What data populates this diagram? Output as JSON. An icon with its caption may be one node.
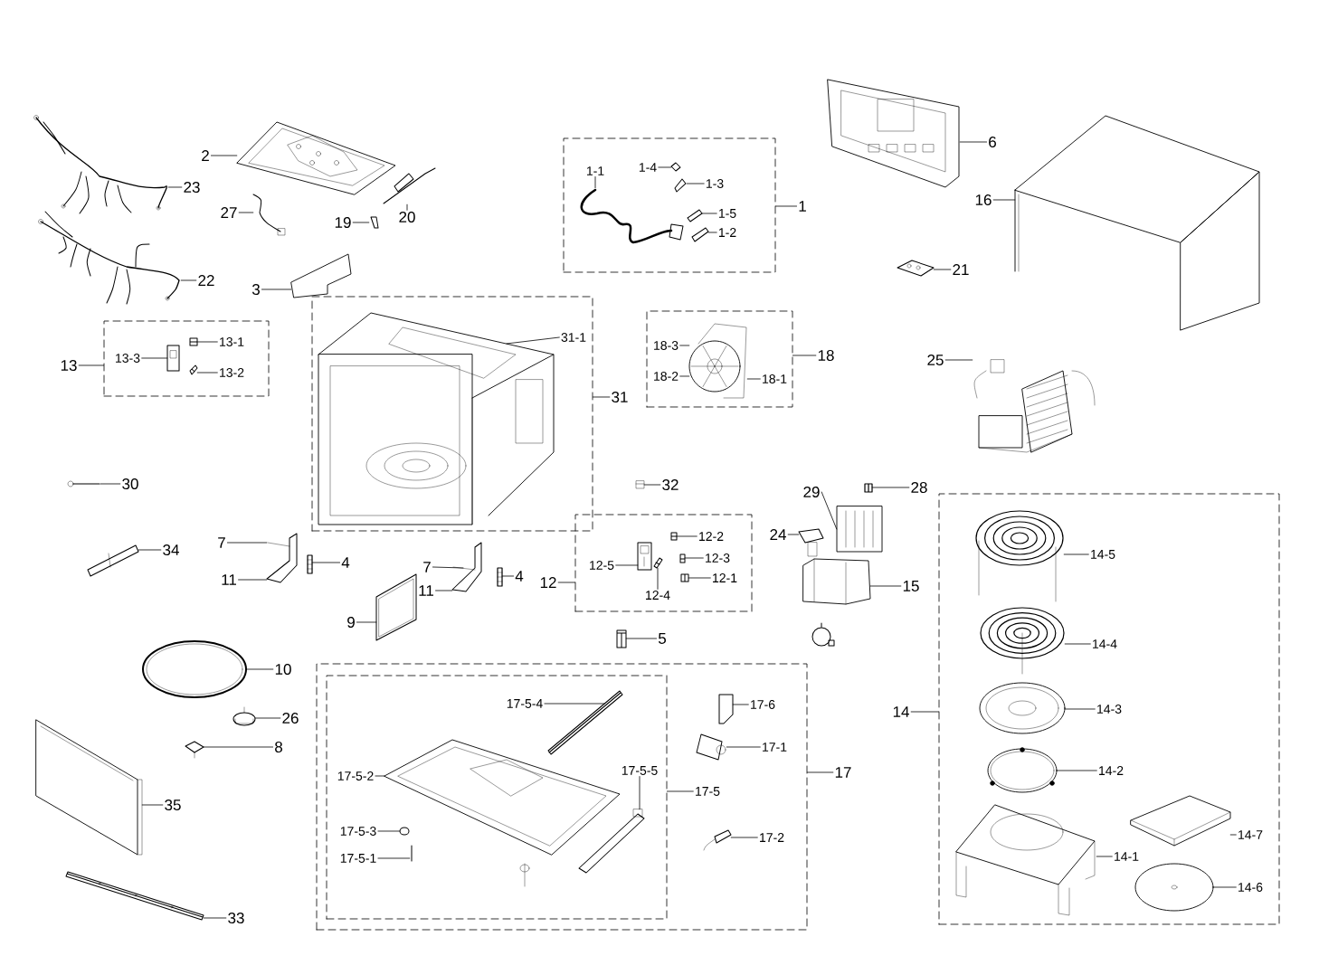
{
  "diagram": {
    "nodes": [
      {
        "text": [
          "2"
        ]
      },
      {
        "text": [
          "23"
        ]
      },
      {
        "text": [
          "27"
        ]
      },
      {
        "text": [
          "19"
        ]
      },
      {
        "text": [
          "20"
        ]
      },
      {
        "text": [],
        "shape": "box"
      },
      {
        "text": [
          "1"
        ]
      },
      {
        "text": [
          "1-1"
        ],
        "in": 5
      },
      {
        "text": [
          "1-4"
        ],
        "in": 5
      },
      {
        "text": [
          "1-3"
        ],
        "in": 5
      },
      {
        "text": [
          "1-5"
        ],
        "in": 5
      },
      {
        "text": [
          "1-2"
        ],
        "in": 5
      },
      {
        "text": [
          "6"
        ]
      },
      {
        "text": [
          "16"
        ]
      },
      {
        "text": [
          "22"
        ]
      },
      {
        "text": [
          "3"
        ]
      },
      {
        "text": [
          "21"
        ]
      },
      {
        "text": [],
        "shape": "box"
      },
      {
        "text": [
          "13"
        ]
      },
      {
        "text": [
          "13-3"
        ],
        "in": 17
      },
      {
        "text": [
          "13-1"
        ],
        "in": 17
      },
      {
        "text": [
          "13-2"
        ],
        "in": 17
      },
      {
        "text": [],
        "shape": "box"
      },
      {
        "text": [
          "31"
        ]
      },
      {
        "text": [
          "31-1"
        ],
        "in": 22
      },
      {
        "text": [],
        "shape": "box"
      },
      {
        "text": [
          "18"
        ]
      },
      {
        "text": [
          "18-3"
        ],
        "in": 25
      },
      {
        "text": [
          "18-2"
        ],
        "in": 25
      },
      {
        "text": [
          "18-1"
        ],
        "in": 25
      },
      {
        "text": [
          "25"
        ]
      },
      {
        "text": [
          "30"
        ]
      },
      {
        "text": [
          "32"
        ]
      },
      {
        "text": [
          "29"
        ]
      },
      {
        "text": [
          "28"
        ]
      },
      {
        "text": [
          "24"
        ]
      },
      {
        "text": [
          "15"
        ]
      },
      {
        "text": [],
        "shape": "box"
      },
      {
        "text": [
          "14"
        ]
      },
      {
        "text": [
          "14-5"
        ],
        "in": 37
      },
      {
        "text": [
          "14-4"
        ],
        "in": 37
      },
      {
        "text": [
          "14-3"
        ],
        "in": 37
      },
      {
        "text": [
          "14-2"
        ],
        "in": 37
      },
      {
        "text": [
          "14-7"
        ],
        "in": 37
      },
      {
        "text": [
          "14-1"
        ],
        "in": 37
      },
      {
        "text": [
          "14-6"
        ],
        "in": 37
      },
      {
        "text": [
          "34"
        ]
      },
      {
        "text": [
          "7"
        ]
      },
      {
        "text": [
          "11"
        ]
      },
      {
        "text": [
          "4"
        ]
      },
      {
        "text": [
          "7"
        ]
      },
      {
        "text": [
          "11"
        ]
      },
      {
        "text": [
          "4"
        ]
      },
      {
        "text": [],
        "shape": "box"
      },
      {
        "text": [
          "12"
        ]
      },
      {
        "text": [
          "12-5"
        ],
        "in": 53
      },
      {
        "text": [
          "12-2"
        ],
        "in": 53
      },
      {
        "text": [
          "12-3"
        ],
        "in": 53
      },
      {
        "text": [
          "12-1"
        ],
        "in": 53
      },
      {
        "text": [
          "12-4"
        ],
        "in": 53
      },
      {
        "text": [
          "9"
        ]
      },
      {
        "text": [
          "5"
        ]
      },
      {
        "text": [
          "10"
        ]
      },
      {
        "text": [
          "26"
        ]
      },
      {
        "text": [
          "8"
        ]
      },
      {
        "text": [],
        "shape": "box"
      },
      {
        "text": [
          "17"
        ]
      },
      {
        "text": [
          "17-6"
        ],
        "in": 65
      },
      {
        "text": [
          "17-1"
        ],
        "in": 65
      },
      {
        "text": [
          "17-2"
        ],
        "in": 65
      },
      {
        "text": [],
        "shape": "box",
        "in": 65
      },
      {
        "text": [
          "17-5"
        ],
        "in": 65
      },
      {
        "text": [
          "17-5-4"
        ],
        "in": 70
      },
      {
        "text": [
          "17-5-2"
        ],
        "in": 70
      },
      {
        "text": [
          "17-5-5"
        ],
        "in": 70
      },
      {
        "text": [
          "17-5-3"
        ],
        "in": 70
      },
      {
        "text": [
          "17-5-1"
        ],
        "in": 70
      },
      {
        "text": [
          "35"
        ]
      },
      {
        "text": [
          "33"
        ]
      },
      {
        "text": [],
        "shape": "picture"
      },
      {
        "text": [],
        "shape": "picture"
      },
      {
        "text": [],
        "shape": "picture"
      },
      {
        "text": [],
        "shape": "picture"
      },
      {
        "text": [],
        "shape": "picture"
      },
      {
        "text": [],
        "shape": "picture"
      },
      {
        "text": [],
        "shape": "picture"
      },
      {
        "text": [],
        "shape": "picture",
        "in": 5
      },
      {
        "text": [],
        "shape": "picture",
        "in": 5
      },
      {
        "text": [],
        "shape": "picture",
        "in": 5
      },
      {
        "text": [],
        "shape": "picture",
        "in": 5
      },
      {
        "text": [],
        "shape": "picture",
        "in": 5
      },
      {
        "text": [],
        "shape": "picture"
      },
      {
        "text": [],
        "shape": "picture"
      },
      {
        "text": [],
        "shape": "picture"
      },
      {
        "text": [],
        "shape": "picture",
        "in": 17
      },
      {
        "text": [],
        "shape": "picture",
        "in": 17
      },
      {
        "text": [],
        "shape": "picture",
        "in": 17
      },
      {
        "text": [],
        "shape": "picture",
        "in": 22
      },
      {
        "text": [],
        "shape": "picture",
        "in": 25
      },
      {
        "text": [],
        "shape": "picture"
      },
      {
        "text": [],
        "shape": "picture"
      },
      {
        "text": [],
        "shape": "picture"
      },
      {
        "text": [],
        "shape": "picture"
      },
      {
        "text": [],
        "shape": "picture"
      },
      {
        "text": [],
        "shape": "picture"
      },
      {
        "text": [],
        "shape": "picture"
      },
      {
        "text": [],
        "shape": "picture",
        "in": 37
      },
      {
        "text": [],
        "shape": "picture",
        "in": 37
      },
      {
        "text": [],
        "shape": "picture",
        "in": 37
      },
      {
        "text": [],
        "shape": "picture",
        "in": 37
      },
      {
        "text": [],
        "shape": "picture",
        "in": 37
      },
      {
        "text": [],
        "shape": "picture",
        "in": 37
      },
      {
        "text": [],
        "shape": "picture",
        "in": 37
      },
      {
        "text": [],
        "shape": "picture"
      },
      {
        "text": [],
        "shape": "picture"
      },
      {
        "text": [],
        "shape": "picture"
      },
      {
        "text": [],
        "shape": "picture"
      },
      {
        "text": [],
        "shape": "picture"
      },
      {
        "text": [],
        "shape": "picture",
        "in": 53
      },
      {
        "text": [],
        "shape": "picture",
        "in": 53
      },
      {
        "text": [],
        "shape": "picture",
        "in": 53
      },
      {
        "text": [],
        "shape": "picture",
        "in": 53
      },
      {
        "text": [],
        "shape": "picture",
        "in": 53
      },
      {
        "text": [],
        "shape": "picture"
      },
      {
        "text": [],
        "shape": "picture"
      },
      {
        "text": [],
        "shape": "picture"
      },
      {
        "text": [],
        "shape": "picture"
      },
      {
        "text": [],
        "shape": "picture"
      },
      {
        "text": [],
        "shape": "picture",
        "in": 65
      },
      {
        "text": [],
        "shape": "picture",
        "in": 65
      },
      {
        "text": [],
        "shape": "picture",
        "in": 65
      },
      {
        "text": [],
        "shape": "picture",
        "in": 70
      },
      {
        "text": [],
        "shape": "picture",
        "in": 70
      },
      {
        "text": [],
        "shape": "picture",
        "in": 70
      },
      {
        "text": [],
        "shape": "picture",
        "in": 70
      },
      {
        "text": [],
        "shape": "picture",
        "in": 70
      },
      {
        "text": [],
        "shape": "picture"
      },
      {
        "text": [],
        "shape": "picture"
      }
    ],
    "edges": [
      {
        "from": 0,
        "to": 81,
        "arrow": "none"
      },
      {
        "from": 1,
        "to": 79,
        "arrow": "none"
      },
      {
        "from": 2,
        "to": 82,
        "arrow": "none"
      },
      {
        "from": 3,
        "to": 83,
        "arrow": "none"
      },
      {
        "from": 4,
        "to": 84,
        "arrow": "none"
      },
      {
        "from": 6,
        "to": 5,
        "arrow": "none"
      },
      {
        "from": 7,
        "to": 86,
        "arrow": "none"
      },
      {
        "from": 8,
        "to": 87,
        "arrow": "none"
      },
      {
        "from": 9,
        "to": 88,
        "arrow": "none"
      },
      {
        "from": 10,
        "to": 89,
        "arrow": "none"
      },
      {
        "from": 11,
        "to": 90,
        "arrow": "none"
      },
      {
        "from": 12,
        "to": 91,
        "arrow": "none"
      },
      {
        "from": 13,
        "to": 92,
        "arrow": "none"
      },
      {
        "from": 14,
        "to": 80,
        "arrow": "none"
      },
      {
        "from": 15,
        "to": 85,
        "arrow": "none"
      },
      {
        "from": 16,
        "to": 93,
        "arrow": "none"
      },
      {
        "from": 18,
        "to": 17,
        "arrow": "none"
      },
      {
        "from": 19,
        "to": 94,
        "arrow": "none"
      },
      {
        "from": 20,
        "to": 95,
        "arrow": "none"
      },
      {
        "from": 21,
        "to": 96,
        "arrow": "none"
      },
      {
        "from": 23,
        "to": 22,
        "arrow": "none"
      },
      {
        "from": 24,
        "to": 97,
        "arrow": "none"
      },
      {
        "from": 26,
        "to": 25,
        "arrow": "none"
      },
      {
        "from": 27,
        "to": 98,
        "arrow": "none"
      },
      {
        "from": 28,
        "to": 98,
        "arrow": "none"
      },
      {
        "from": 29,
        "to": 98,
        "arrow": "none"
      },
      {
        "from": 30,
        "to": 99,
        "arrow": "none"
      },
      {
        "from": 31,
        "to": 100,
        "arrow": "none"
      },
      {
        "from": 32,
        "to": 101,
        "arrow": "none"
      },
      {
        "from": 33,
        "to": 102,
        "arrow": "none"
      },
      {
        "from": 34,
        "to": 103,
        "arrow": "none"
      },
      {
        "from": 35,
        "to": 104,
        "arrow": "none"
      },
      {
        "from": 36,
        "to": 105,
        "arrow": "none"
      },
      {
        "from": 38,
        "to": 37,
        "arrow": "none"
      },
      {
        "from": 39,
        "to": 106,
        "arrow": "none"
      },
      {
        "from": 40,
        "to": 107,
        "arrow": "none"
      },
      {
        "from": 41,
        "to": 108,
        "arrow": "none"
      },
      {
        "from": 42,
        "to": 109,
        "arrow": "none"
      },
      {
        "from": 43,
        "to": 110,
        "arrow": "none"
      },
      {
        "from": 44,
        "to": 111,
        "arrow": "none"
      },
      {
        "from": 45,
        "to": 112,
        "arrow": "none"
      },
      {
        "from": 46,
        "to": 113,
        "arrow": "none"
      },
      {
        "from": 47,
        "to": 114,
        "arrow": "none"
      },
      {
        "from": 48,
        "to": 114,
        "arrow": "none"
      },
      {
        "from": 49,
        "to": 115,
        "arrow": "none"
      },
      {
        "from": 50,
        "to": 116,
        "arrow": "none"
      },
      {
        "from": 51,
        "to": 116,
        "arrow": "none"
      },
      {
        "from": 52,
        "to": 117,
        "arrow": "none"
      },
      {
        "from": 54,
        "to": 53,
        "arrow": "none"
      },
      {
        "from": 55,
        "to": 118,
        "arrow": "none"
      },
      {
        "from": 56,
        "to": 119,
        "arrow": "none"
      },
      {
        "from": 57,
        "to": 120,
        "arrow": "none"
      },
      {
        "from": 58,
        "to": 121,
        "arrow": "none"
      },
      {
        "from": 59,
        "to": 122,
        "arrow": "none"
      },
      {
        "from": 60,
        "to": 123,
        "arrow": "none"
      },
      {
        "from": 61,
        "to": 124,
        "arrow": "none"
      },
      {
        "from": 62,
        "to": 125,
        "arrow": "none"
      },
      {
        "from": 63,
        "to": 126,
        "arrow": "none"
      },
      {
        "from": 64,
        "to": 127,
        "arrow": "none"
      },
      {
        "from": 66,
        "to": 65,
        "arrow": "none"
      },
      {
        "from": 67,
        "to": 128,
        "arrow": "none"
      },
      {
        "from": 68,
        "to": 129,
        "arrow": "none"
      },
      {
        "from": 69,
        "to": 130,
        "arrow": "none"
      },
      {
        "from": 71,
        "to": 70,
        "arrow": "none"
      },
      {
        "from": 72,
        "to": 131,
        "arrow": "none"
      },
      {
        "from": 73,
        "to": 132,
        "arrow": "none"
      },
      {
        "from": 74,
        "to": 133,
        "arrow": "none"
      },
      {
        "from": 75,
        "to": 134,
        "arrow": "none"
      },
      {
        "from": 76,
        "to": 135,
        "arrow": "none"
      },
      {
        "from": 77,
        "to": 136,
        "arrow": "none"
      },
      {
        "from": 78,
        "to": 137,
        "arrow": "none"
      }
    ]
  }
}
